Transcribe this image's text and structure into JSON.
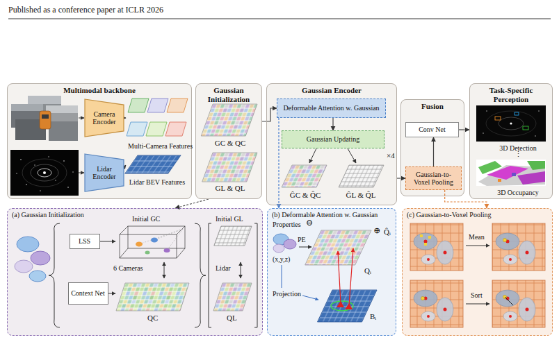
{
  "diagram": {
    "nodes": [
      {
        "text": [
          "Multimodal backbone"
        ]
      },
      {
        "text": [
          "Camera Encoder"
        ],
        "in": 0
      },
      {
        "text": [
          "Lidar Encoder"
        ],
        "in": 0
      },
      {
        "text": [
          "Gaussian Initialization"
        ]
      },
      {
        "text": [
          "Gaussian Encoder"
        ]
      },
      {
        "text": [
          "Deformable Attention w. Gaussian"
        ],
        "in": 4
      },
      {
        "text": [
          "Gaussian Updating"
        ],
        "in": 4
      },
      {
        "text": [
          "Fusion"
        ]
      },
      {
        "text": [
          "Conv Net"
        ],
        "in": 7
      },
      {
        "text": [
          "Gaussian-to-Voxel Pooling"
        ],
        "in": 7
      },
      {
        "text": [
          "Task-Specific Perception"
        ]
      },
      {
        "text": [
          "(a) Gaussian Initialization"
        ]
      },
      {
        "text": [
          "LSS"
        ],
        "in": 11
      },
      {
        "text": [
          "Context Net"
        ],
        "in": 11
      },
      {
        "text": [
          "(b) Deformable Attention w. Gaussian"
        ]
      },
      {
        "text": [
          "(c) Gaussian-to-Voxel Pooling"
        ]
      }
    ],
    "edges": [
      {
        "from": 3,
        "to": 5,
        "arrow": "to"
      },
      {
        "from": 5,
        "to": 6,
        "arrow": "to"
      },
      {
        "from": 4,
        "to": 9,
        "arrow": "to"
      },
      {
        "from": 9,
        "to": 8,
        "arrow": "to"
      },
      {
        "from": 8,
        "to": 10,
        "arrow": "to"
      },
      {
        "from": 3,
        "to": 11,
        "arrow": "to"
      },
      {
        "from": 5,
        "to": 14,
        "arrow": "to"
      },
      {
        "from": 9,
        "to": 15,
        "arrow": "to"
      }
    ],
    "labels": [
      "Published as a conference paper at ICLR 2026",
      "Multi-Camera Features",
      "Lidar BEV Features",
      "GC & QC",
      "GL & QL",
      "×4",
      "ĜC & Q̂C",
      "ĜL & Q̂L",
      "3D Detection",
      "⋮",
      "3D Occupancy",
      "Initial GC",
      "6 Cameras",
      "QC",
      "Initial GL",
      "Lidar",
      "QL",
      "Properties",
      "⊖",
      "(x,y,z)",
      "PE",
      "Qᵢ",
      "⊕",
      "Q̂ᵢ",
      "Projection",
      "Bᵢ",
      "Mean",
      "Sort"
    ]
  }
}
